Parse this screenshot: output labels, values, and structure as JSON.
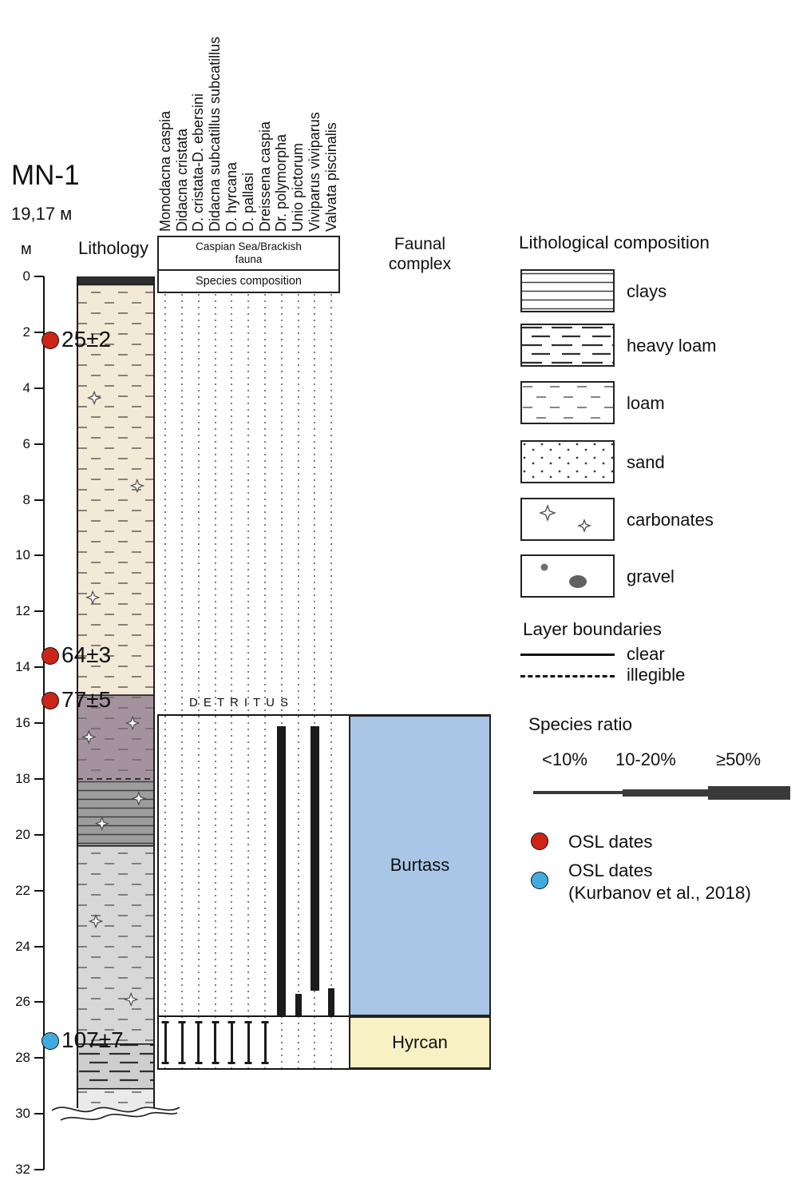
{
  "title": "MN-1",
  "core_length": "19,17 м",
  "columns": {
    "lithology_label": "Lithology",
    "depth_unit": "м",
    "fauna_header_line1": "Caspian Sea/Brackish",
    "fauna_header_line2": "fauna",
    "fauna_subheader": "Species composition",
    "faunal_complex_line1": "Faunal",
    "faunal_complex_line2": "complex",
    "detritus": "DETRITUS"
  },
  "species": [
    "Monodacna caspia",
    "Didacna cristata",
    "D. cristata-D. ebersini",
    "Didacna subcatillus subcatillus",
    "D. hyrcana",
    "D. pallasi",
    "Dreissena caspia",
    "Dr. polymorpha",
    "Unio pictorum",
    "Viviparus viviparus",
    "Valvata piscinalis"
  ],
  "axis": {
    "min_m": 0,
    "max_m": 32,
    "step_m": 2
  },
  "osl_samples": [
    {
      "label": "25±2",
      "depth_m": 2.3,
      "series": "osl"
    },
    {
      "label": "64±3",
      "depth_m": 13.6,
      "series": "osl"
    },
    {
      "label": "77±5",
      "depth_m": 15.2,
      "series": "osl"
    },
    {
      "label": "107±7",
      "depth_m": 27.4,
      "series": "osl_kurbanov"
    }
  ],
  "faunal_complexes": [
    {
      "name": "Burtass",
      "top_m": 15.7,
      "bottom_m": 26.5,
      "color": "#a9c6e6"
    },
    {
      "name": "Hyrcan",
      "top_m": 26.5,
      "bottom_m": 28.4,
      "color": "#f7f1c4"
    }
  ],
  "chart_data": {
    "type": "stratigraphic-column",
    "core": "MN-1",
    "depth_axis": {
      "unit": "m",
      "min": 0,
      "max": 32,
      "tick_step": 2
    },
    "layers": [
      {
        "top_m": 0,
        "bottom_m": 0.3,
        "lithology": "surface",
        "fill": "#2d2d2d",
        "pattern": "none"
      },
      {
        "top_m": 0.3,
        "bottom_m": 15.0,
        "lithology": "loam",
        "fill": "#f3e9d7",
        "pattern": "loam"
      },
      {
        "top_m": 15.0,
        "bottom_m": 18.0,
        "lithology": "loam",
        "fill": "#a5929f",
        "pattern": "loam",
        "boundary_bottom": "illegible"
      },
      {
        "top_m": 18.0,
        "bottom_m": 20.4,
        "lithology": "clays",
        "fill": "#9d9d9d",
        "pattern": "lines"
      },
      {
        "top_m": 20.4,
        "bottom_m": 27.5,
        "lithology": "loam",
        "fill": "#d7d7d7",
        "pattern": "loam"
      },
      {
        "top_m": 27.5,
        "bottom_m": 29.1,
        "lithology": "heavy loam",
        "fill": "#cecece",
        "pattern": "heavy"
      },
      {
        "top_m": 29.1,
        "bottom_m": 30.1,
        "lithology": "loam",
        "fill": "#eaeaea",
        "pattern": "loam",
        "boundary_bottom": "break"
      }
    ],
    "carbonate_marks": [
      {
        "depth_m": 4.35,
        "fx": 0.22
      },
      {
        "depth_m": 7.5,
        "fx": 0.78
      },
      {
        "depth_m": 11.5,
        "fx": 0.2
      },
      {
        "depth_m": 16.0,
        "fx": 0.72
      },
      {
        "depth_m": 16.5,
        "fx": 0.15
      },
      {
        "depth_m": 18.7,
        "fx": 0.8
      },
      {
        "depth_m": 19.6,
        "fx": 0.32
      },
      {
        "depth_m": 23.1,
        "fx": 0.24
      },
      {
        "depth_m": 25.9,
        "fx": 0.7
      }
    ],
    "species_occurrences": [
      {
        "species": "Monodacna caspia",
        "from_m": 26.7,
        "to_m": 28.2,
        "ratio": "<10%"
      },
      {
        "species": "Didacna cristata",
        "from_m": 26.7,
        "to_m": 28.2,
        "ratio": "<10%"
      },
      {
        "species": "D. cristata-D. ebersini",
        "from_m": 26.7,
        "to_m": 28.2,
        "ratio": "<10%"
      },
      {
        "species": "Didacna subcatillus subcatillus",
        "from_m": 26.7,
        "to_m": 28.2,
        "ratio": "<10%"
      },
      {
        "species": "D. hyrcana",
        "from_m": 26.7,
        "to_m": 28.2,
        "ratio": "<10%"
      },
      {
        "species": "D. pallasi",
        "from_m": 26.7,
        "to_m": 28.2,
        "ratio": "<10%"
      },
      {
        "species": "Dreissena caspia",
        "from_m": 26.7,
        "to_m": 28.2,
        "ratio": "<10%"
      },
      {
        "species": "Dr. polymorpha",
        "from_m": 16.1,
        "to_m": 26.5,
        "ratio": "≥50%"
      },
      {
        "species": "Unio pictorum",
        "from_m": 25.7,
        "to_m": 26.5,
        "ratio": "10-20%"
      },
      {
        "species": "Viviparus viviparus",
        "from_m": 16.1,
        "to_m": 25.6,
        "ratio": "≥50%"
      },
      {
        "species": "Valvata piscinalis",
        "from_m": 25.5,
        "to_m": 26.5,
        "ratio": "10-20%"
      }
    ],
    "boundary_lines_m": [
      15.7,
      26.5,
      28.4
    ]
  },
  "legend": {
    "lithology_title": "Lithological composition",
    "lithology_items": [
      {
        "key": "clays",
        "label": "clays"
      },
      {
        "key": "heavy-loam",
        "label": "heavy loam"
      },
      {
        "key": "loam",
        "label": "loam"
      },
      {
        "key": "sand",
        "label": "sand"
      },
      {
        "key": "carbonates",
        "label": "carbonates"
      },
      {
        "key": "gravel",
        "label": "gravel"
      }
    ],
    "boundaries_title": "Layer boundaries",
    "boundaries": [
      {
        "style": "solid",
        "label": "clear"
      },
      {
        "style": "dashed",
        "label": "illegible"
      }
    ],
    "ratio_title": "Species ratio",
    "ratio_classes": [
      "<10%",
      "10-20%",
      "≥50%"
    ],
    "osl_legend": [
      {
        "label": "OSL dates",
        "sublabel": "",
        "color": "#cd2418"
      },
      {
        "label": "OSL dates",
        "sublabel": "(Kurbanov et al., 2018)",
        "color": "#41abdf"
      }
    ]
  },
  "colors": {
    "osl": "#cd2418",
    "osl_kurbanov": "#41abdf",
    "bar": "#1b1b1b"
  }
}
